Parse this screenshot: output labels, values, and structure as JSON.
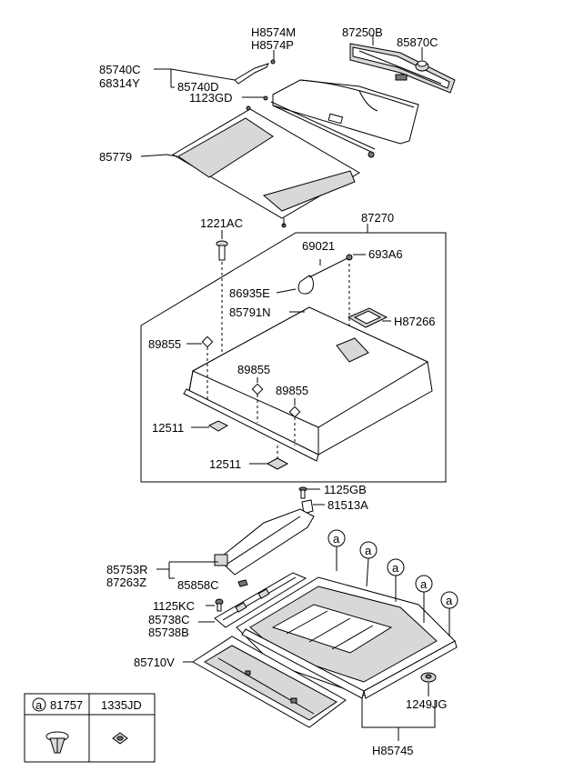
{
  "labels": {
    "p85740C": "85740C",
    "p68314Y": "68314Y",
    "pH8574M": "H8574M",
    "pH8574P": "H8574P",
    "p85740D": "85740D",
    "p1123GD": "1123GD",
    "p87250B": "87250B",
    "p85870C": "85870C",
    "p85779": "85779",
    "p1221AC": "1221AC",
    "p87270": "87270",
    "p69021": "69021",
    "p693A6": "693A6",
    "p86935E": "86935E",
    "p85791N": "85791N",
    "pH87266": "H87266",
    "p89855a": "89855",
    "p89855b": "89855",
    "p89855c": "89855",
    "p12511a": "12511",
    "p12511b": "12511",
    "p1125GB": "1125GB",
    "p81513A": "81513A",
    "p85753R": "85753R",
    "p87263Z": "87263Z",
    "p85858C": "85858C",
    "p1125KC": "1125KC",
    "p85738C": "85738C",
    "p85738B": "85738B",
    "p85710V": "85710V",
    "p1249JG": "1249JG",
    "pH85745": "H85745"
  },
  "callout_letter": "a",
  "legend": {
    "col1_letter": "a",
    "col1_code": "81757",
    "col2_code": "1335JD"
  }
}
